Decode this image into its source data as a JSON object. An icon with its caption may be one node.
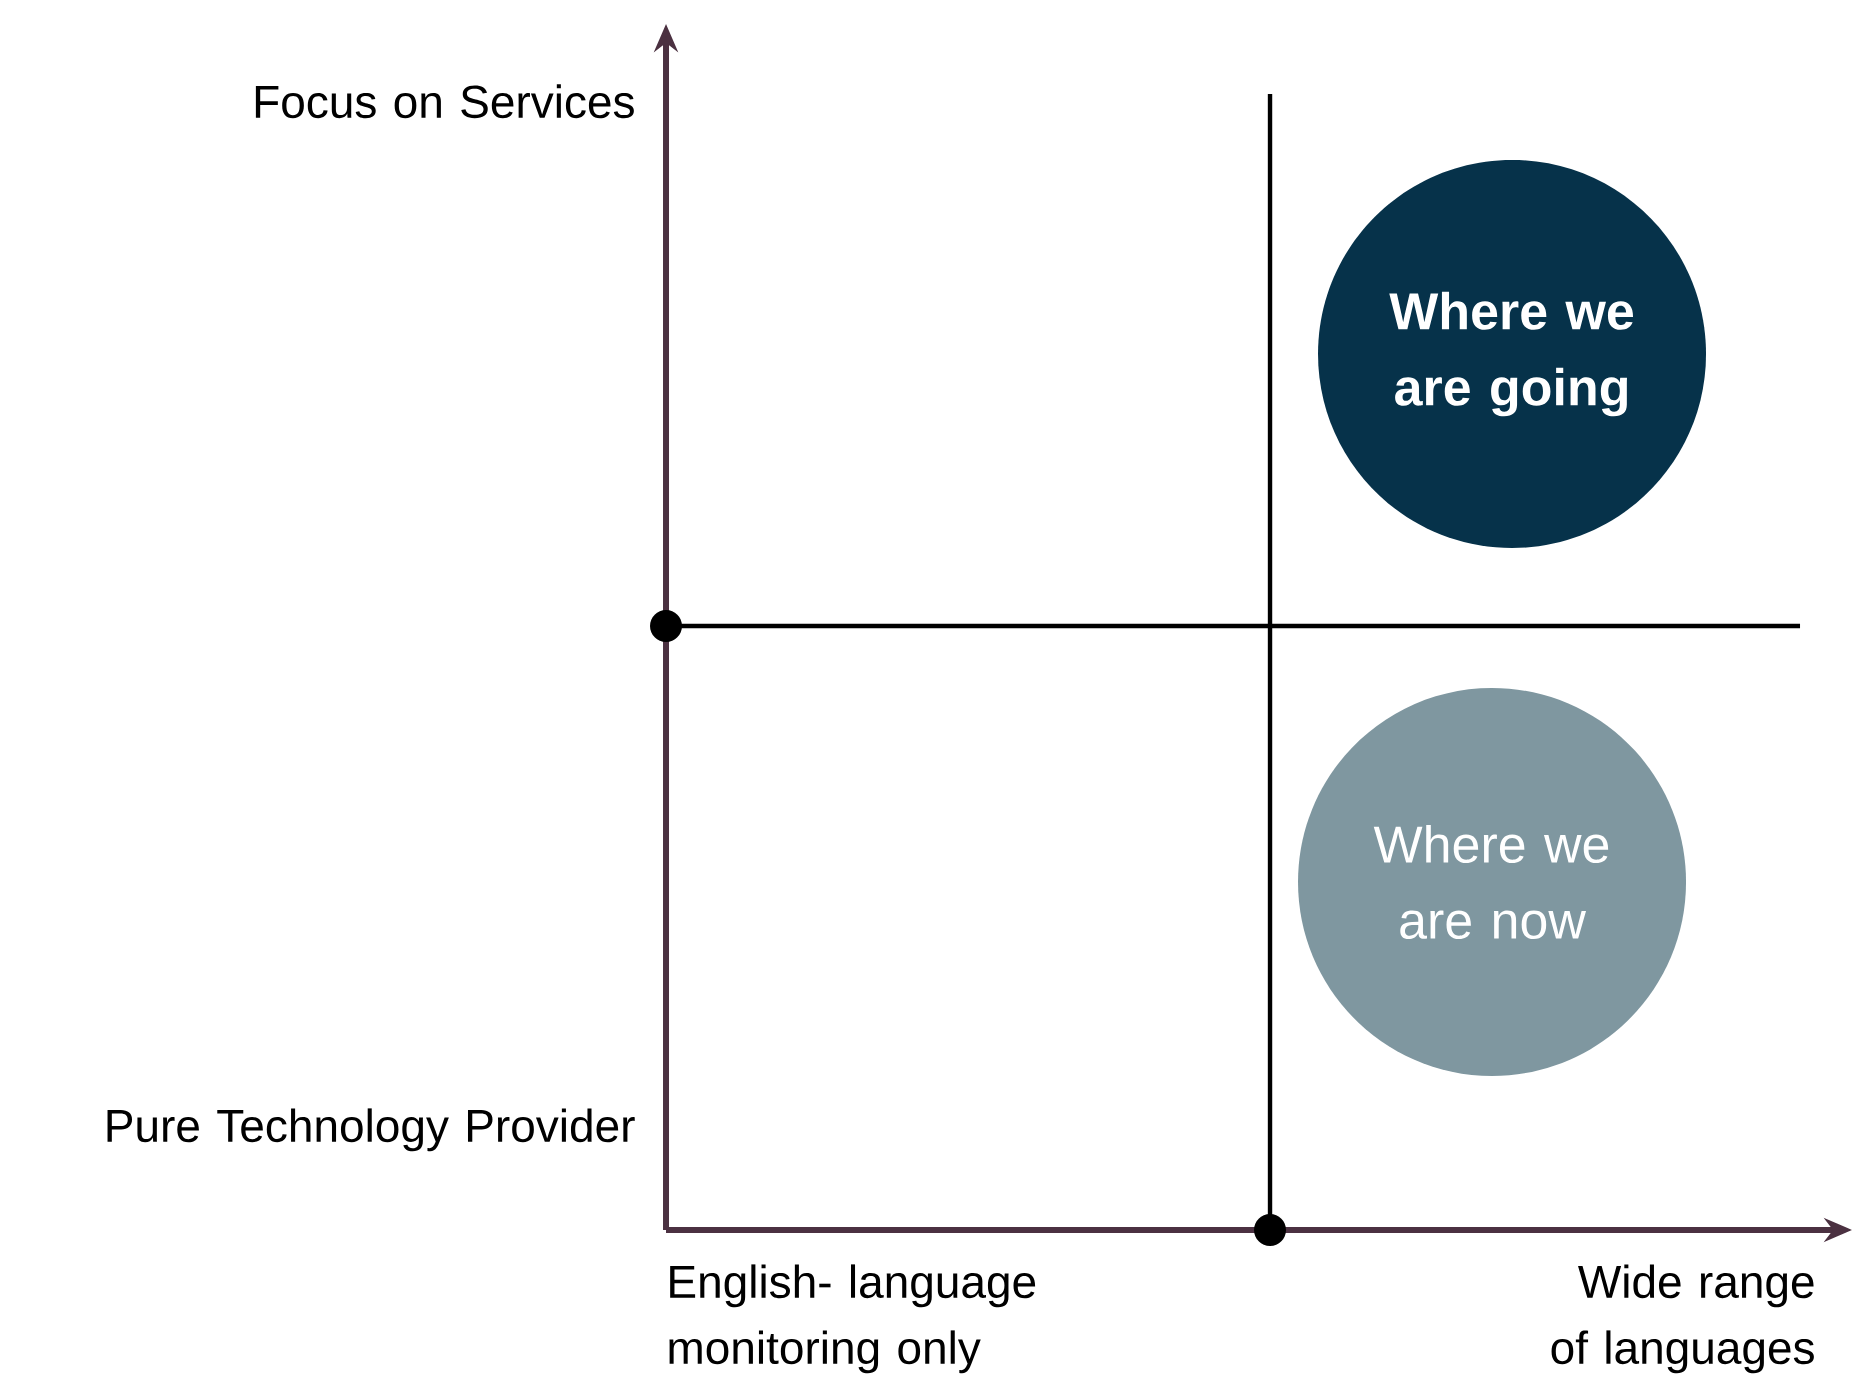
{
  "diagram": {
    "nodes": [
      {
        "text": [
          "Where we are going"
        ]
      },
      {
        "text": [
          "Where we are now"
        ]
      }
    ],
    "labels": [
      "Focus on Services",
      "Pure Technology Provider",
      "English- language monitoring only",
      "Wide range of languages"
    ]
  }
}
